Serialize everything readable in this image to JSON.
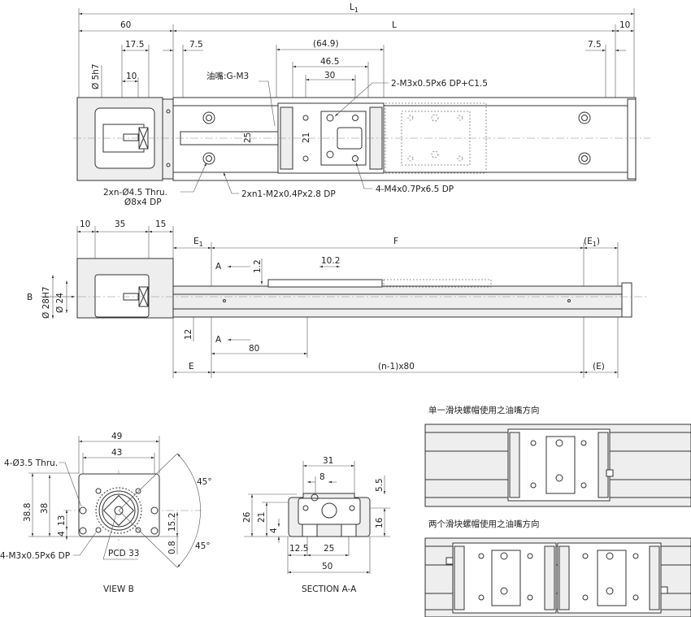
{
  "top_view": {
    "dims": {
      "L1": "L",
      "L1_sub": "1",
      "d60": "60",
      "L": "L",
      "d10_right": "10",
      "d17_5": "17.5",
      "d7_5_left": "7.5",
      "d64_9": "(64.9)",
      "d46_5": "46.5",
      "d30": "30",
      "d7_5_right": "7.5",
      "d10": "10",
      "shaft": "Ø 5h7",
      "d25": "25",
      "d21": "21"
    },
    "notes": {
      "oil": "油嘴:G-M3",
      "tap_top": "2-M3x0.5Px6 DP+C1.5",
      "holes": "2xn-Ø4.5 Thru.",
      "counterbore": "Ø8x4 DP",
      "side_taps": "2xn1-M2x0.4Px2.8 DP",
      "carriage_taps": "4-M4x0.7Px6.5 DP"
    }
  },
  "side_view": {
    "dims": {
      "d10": "10",
      "d35": "35",
      "d15": "15",
      "E1": "E",
      "E1_sub": "1",
      "F": "F",
      "E1_paren": "(E",
      "E1_paren_sub": "1",
      "E1_paren_close": ")",
      "d1_2": "1.2",
      "d10_2": "10.2",
      "dia28": "Ø 28H7",
      "dia24": "Ø 24",
      "d12": "12",
      "d80": "80",
      "E": "E",
      "n80": "(n-1)x80",
      "E_paren": "(E)"
    },
    "labels": {
      "B": "B",
      "A_top": "A",
      "A_bottom": "A"
    }
  },
  "view_b": {
    "title": "VIEW B",
    "dims": {
      "d49": "49",
      "d43": "43",
      "d38_8": "38.8",
      "d38": "38",
      "d13": "13",
      "d4": "4",
      "d15_2": "15.2",
      "d0_8": "0.8",
      "ang_top": "45°",
      "ang_bottom": "45°"
    },
    "notes": {
      "thru": "4-Ø3.5 Thru.",
      "tap": "4-M3x0.5Px6 DP",
      "pcd": "PCD 33"
    }
  },
  "section_aa": {
    "title": "SECTION A-A",
    "dims": {
      "d31": "31",
      "d8": "8",
      "d5_5": "5.5",
      "d26": "26",
      "d21": "21",
      "d4": "4",
      "d16": "16",
      "d12_5": "12.5",
      "d25": "25",
      "d50": "50"
    }
  },
  "detail_panels": {
    "single": "单一滑块螺帽使用之油嘴方向",
    "double": "两个滑块螺帽使用之油嘴方向"
  }
}
